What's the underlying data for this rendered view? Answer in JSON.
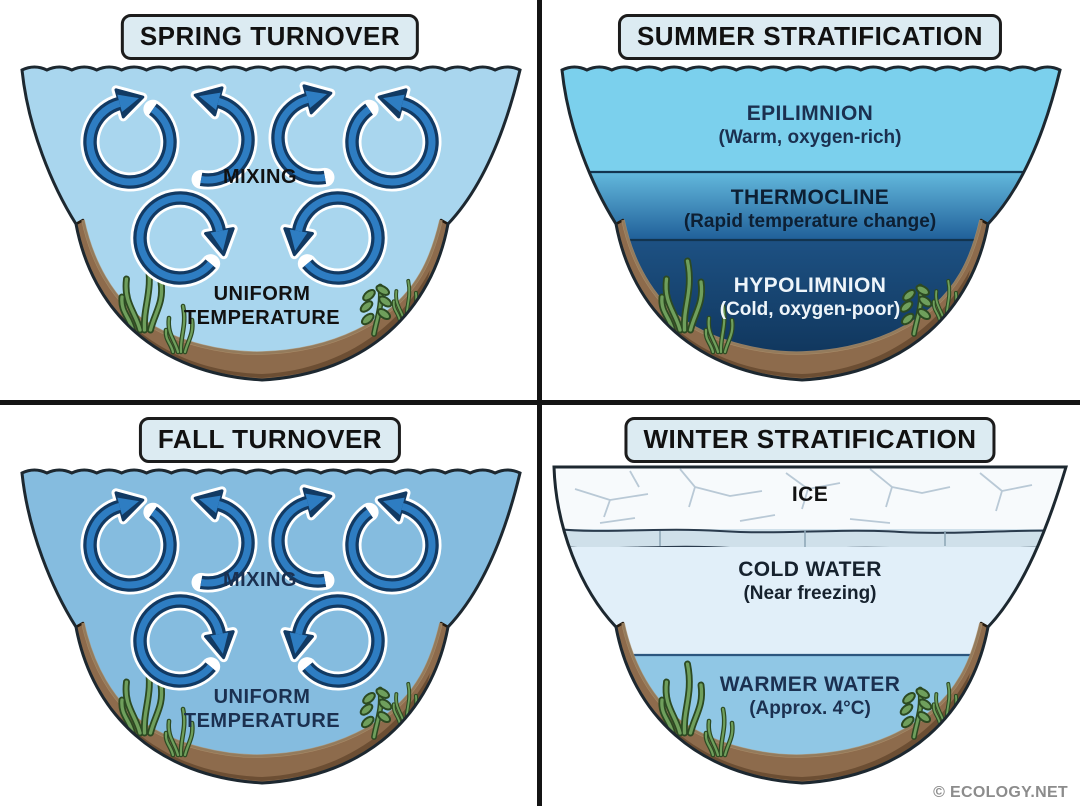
{
  "panels": {
    "spring": {
      "title": "SPRING TURNOVER",
      "mixing": "MIXING",
      "uniform": "UNIFORM TEMPERATURE"
    },
    "summer": {
      "title": "SUMMER STRATIFICATION",
      "layers": [
        {
          "name": "EPILIMNION",
          "desc": "(Warm, oxygen-rich)"
        },
        {
          "name": "THERMOCLINE",
          "desc": "(Rapid temperature change)"
        },
        {
          "name": "HYPOLIMNION",
          "desc": "(Cold, oxygen-poor)"
        }
      ]
    },
    "fall": {
      "title": "FALL TURNOVER",
      "mixing": "MIXING",
      "uniform": "UNIFORM TEMPERATURE"
    },
    "winter": {
      "title": "WINTER STRATIFICATION",
      "layers": [
        {
          "name": "ICE",
          "desc": ""
        },
        {
          "name": "COLD WATER",
          "desc": "(Near freezing)"
        },
        {
          "name": "WARMER WATER",
          "desc": "(Approx. 4°C)"
        }
      ]
    }
  },
  "footer": {
    "credit": "© ECOLOGY.NET"
  },
  "icons": {
    "mixing_arrow": "circular-rotation-arrow",
    "vegetation": "aquatic-plant",
    "ice_cracks": "crack-lines",
    "water_surface": "wavy-line"
  },
  "colors": {
    "spring_water": "#a9d6ee",
    "fall_water": "#85bcdf",
    "summer_epilimnion": "#7bd0ed",
    "summer_thermocline_top": "#63b9dd",
    "summer_thermocline_bottom": "#205f99",
    "summer_hypolimnion_top": "#1d5183",
    "summer_hypolimnion_bottom": "#0b2c4e",
    "winter_ice": "#f7fafc",
    "winter_ice_band": "#cfe0ea",
    "winter_cold_water": "#e1eff9",
    "winter_warmer_water": "#90c7e5",
    "sediment": "#8d6b4c",
    "sediment_dark": "#66492f",
    "sediment_light": "#b0936f",
    "plant": "#6f9f5c",
    "plant_dark": "#2c4a22",
    "arrow_fill": "#2e7dc2",
    "arrow_outline": "#123a63",
    "water_outline": "#1d2830",
    "badge_bg": "#dcebf2",
    "badge_border": "#1c1c1c",
    "ink": "#111111",
    "navy_text": "#1b3050",
    "credit_gray": "#8c8c8c"
  }
}
